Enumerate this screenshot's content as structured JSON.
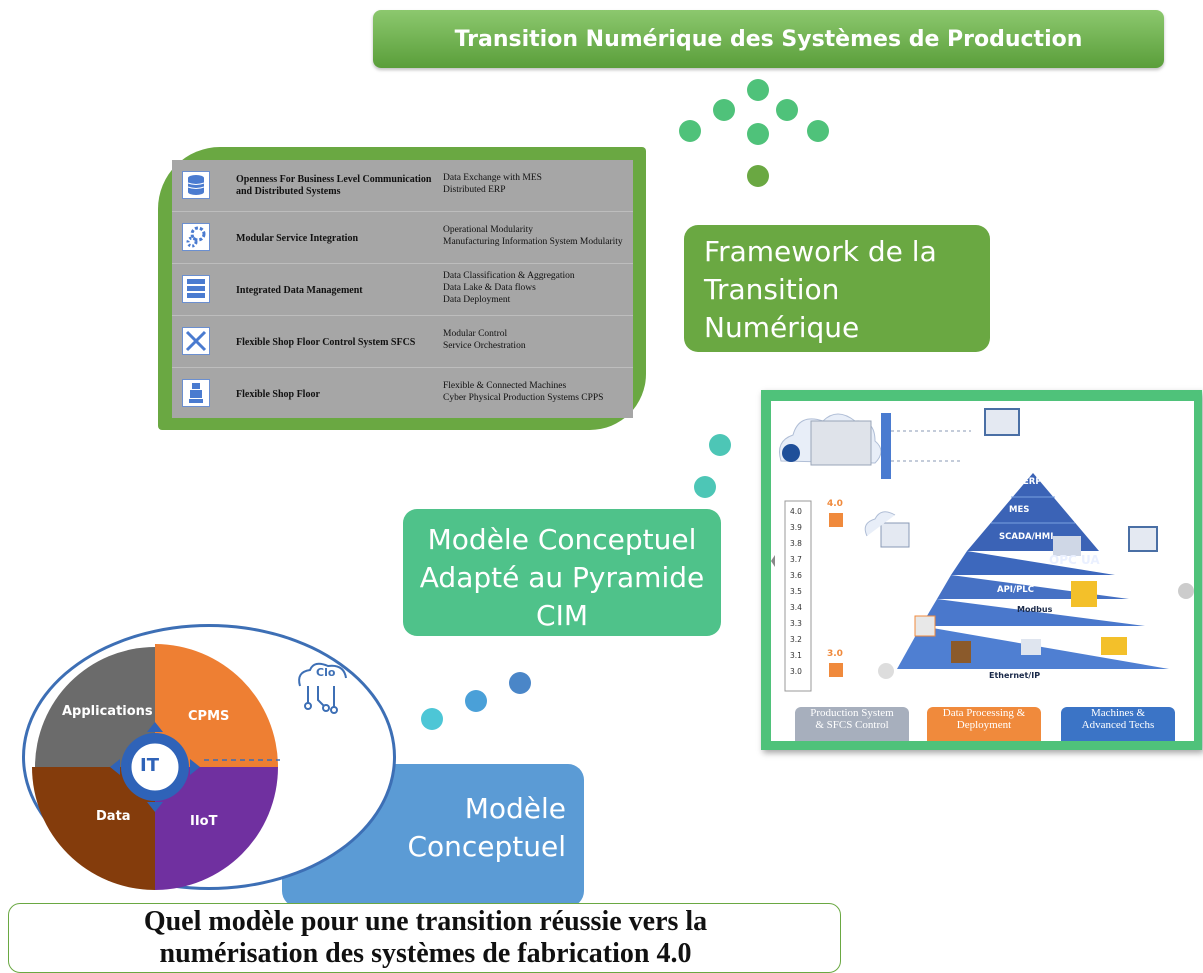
{
  "title": "Transition Numérique des Systèmes de Production",
  "framework_box": {
    "line1": "Framework de la",
    "line2": "Transition",
    "line3": "Numérique"
  },
  "pyramide_box": {
    "line1": "Modèle Conceptuel",
    "line2": "Adapté au Pyramide",
    "line3": "CIM"
  },
  "modele_box": {
    "line1": "Modèle",
    "line2": "Conceptuel"
  },
  "framework_table": [
    {
      "icon": "database-icon",
      "title_line1": "Openness For Business Level Communication",
      "title_line2": "and Distributed Systems",
      "items": [
        "Data Exchange with MES",
        "Distributed ERP"
      ]
    },
    {
      "icon": "gears-icon",
      "title_line1": "Modular Service Integration",
      "title_line2": "",
      "items": [
        "Operational Modularity",
        "Manufacturing Information System Modularity"
      ]
    },
    {
      "icon": "server-icon",
      "title_line1": "Integrated Data Management",
      "title_line2": "",
      "items": [
        "Data Classification & Aggregation",
        "Data Lake & Data flows",
        "Data Deployment"
      ]
    },
    {
      "icon": "tools-icon",
      "title_line1": "Flexible Shop Floor Control System SFCS",
      "title_line2": "",
      "items": [
        "Modular Control",
        "Service Orchestration"
      ]
    },
    {
      "icon": "robot-icon",
      "title_line1": "Flexible Shop Floor",
      "title_line2": "",
      "items": [
        "Flexible & Connected Machines",
        "Cyber Physical Production Systems CPPS"
      ]
    }
  ],
  "pyramid": {
    "levels": [
      "ERP",
      "MES",
      "SCADA/HMI",
      "API/PLC"
    ],
    "protocols": {
      "opcua": "OPC UA",
      "modbus": "Modbus",
      "ethernet": "Ethernet/IP"
    },
    "scale": [
      "4.0",
      "3.9",
      "3.8",
      "3.7",
      "3.6",
      "3.5",
      "3.4",
      "3.3",
      "3.2",
      "3.1",
      "3.0"
    ],
    "badge_top": "4.0",
    "badge_bottom": "3.0",
    "tags": [
      {
        "line1": "Production System",
        "line2": "& SFCS Control",
        "color": "#a7afbd"
      },
      {
        "line1": "Data Processing &",
        "line2": "Deployment",
        "color": "#f08a3c"
      },
      {
        "line1": "Machines &",
        "line2": "Advanced Techs",
        "color": "#3b74c6"
      }
    ]
  },
  "circle_diagram": {
    "center": "IT",
    "quadrants": [
      {
        "label": "Applications",
        "color": "#6b6b6b"
      },
      {
        "label": "CPMS",
        "color": "#ee7f33"
      },
      {
        "label": "Data",
        "color": "#843c0c"
      },
      {
        "label": "IIoT",
        "color": "#7030a0"
      }
    ],
    "cloud_label": "Clo"
  },
  "question": {
    "line1": "Quel modèle pour une transition réussie vers la",
    "line2": "numérisation des systèmes de fabrication 4.0"
  }
}
